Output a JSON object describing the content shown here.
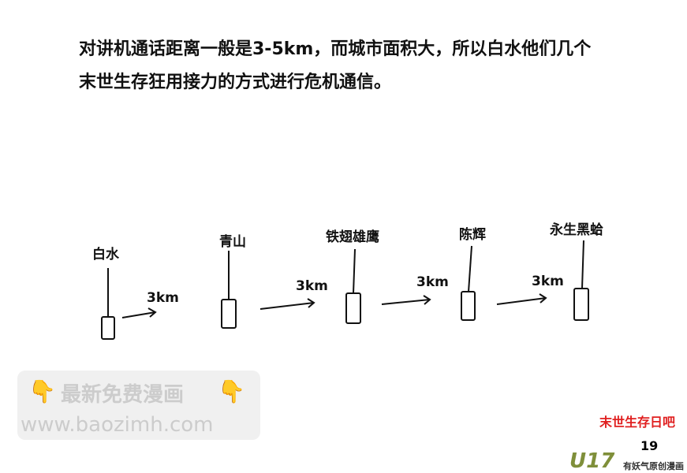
{
  "caption": {
    "line1": "对讲机通话距离一般是3-5km，而城市面积大，所以白水他们几个",
    "line2": "末世生存狂用接力的方式进行危机通信。"
  },
  "watermark": {
    "line1": "最新免费漫画",
    "line2": "www.baozimh.com",
    "icon": "pointing-down-hand-icon"
  },
  "nodes": [
    "白水",
    "青山",
    "铁翅雄鹰",
    "陈辉",
    "永生黑蛤"
  ],
  "distances": [
    "3km",
    "3km",
    "3km",
    "3km"
  ],
  "page_number": "19",
  "logo": {
    "brand": "U17",
    "sub": "有妖气原创漫画",
    "stamp": "末世生存日吧"
  }
}
